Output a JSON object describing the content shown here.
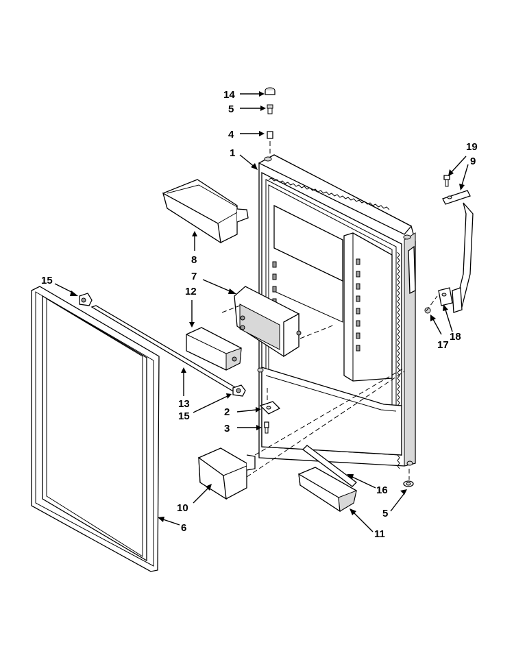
{
  "diagram": {
    "callouts": [
      {
        "id": "c14",
        "text": "14"
      },
      {
        "id": "c5a",
        "text": "5"
      },
      {
        "id": "c4",
        "text": "4"
      },
      {
        "id": "c1",
        "text": "1"
      },
      {
        "id": "c19",
        "text": "19"
      },
      {
        "id": "c9",
        "text": "9"
      },
      {
        "id": "c8",
        "text": "8"
      },
      {
        "id": "c7",
        "text": "7"
      },
      {
        "id": "c12",
        "text": "12"
      },
      {
        "id": "c15a",
        "text": "15"
      },
      {
        "id": "c13",
        "text": "13"
      },
      {
        "id": "c15b",
        "text": "15"
      },
      {
        "id": "c2",
        "text": "2"
      },
      {
        "id": "c3",
        "text": "3"
      },
      {
        "id": "c17",
        "text": "17"
      },
      {
        "id": "c18",
        "text": "18"
      },
      {
        "id": "c16",
        "text": "16"
      },
      {
        "id": "c5b",
        "text": "5"
      },
      {
        "id": "c10",
        "text": "10"
      },
      {
        "id": "c11",
        "text": "11"
      },
      {
        "id": "c6",
        "text": "6"
      }
    ]
  }
}
